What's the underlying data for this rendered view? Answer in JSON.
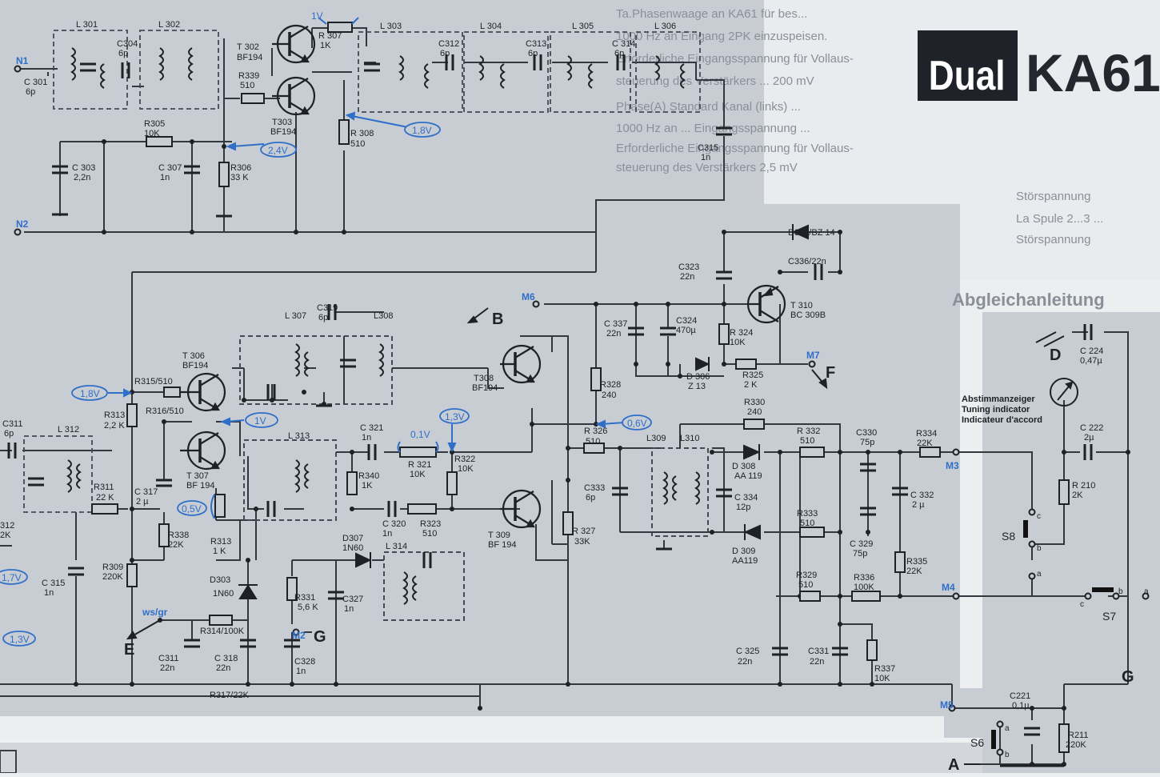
{
  "header": {
    "brand": "Dual",
    "model": "KA61"
  },
  "indicator": {
    "de": "Abstimmanzeiger",
    "en": "Tuning indicator",
    "fr": "Indicateur d'accord"
  },
  "nodes": {
    "N1": "N1",
    "N2": "N2",
    "M2": "M2",
    "M3": "M3",
    "M4": "M4",
    "M5": "M5",
    "M6": "M6",
    "M7": "M7"
  },
  "arrows": {
    "A": "A",
    "B": "B",
    "D": "D",
    "E": "E",
    "F": "F",
    "G": "G",
    "G2": "G",
    "wsgr": "ws/gr"
  },
  "switches": {
    "S6": "S6",
    "S7": "S7",
    "S8": "S8",
    "a": "a",
    "b": "b",
    "c": "c"
  },
  "voltages": {
    "v1": "1V",
    "v18": "1,8V",
    "v24": "2,4V",
    "v18b": "1,8V",
    "v1b": "1V",
    "v05": "0,5V",
    "v01": "0,1V",
    "v13": "1,3V",
    "v06": "0,6V",
    "v17": "1,7V",
    "v13b": "1,3V"
  },
  "transistors": {
    "T302": {
      "ref": "T 302",
      "type": "BF194"
    },
    "T303": {
      "ref": "T303",
      "type": "BF194"
    },
    "T306": {
      "ref": "T 306",
      "type": "BF194"
    },
    "T307": {
      "ref": "T 307",
      "type": "BF 194"
    },
    "T308": {
      "ref": "T308",
      "type": "BF194"
    },
    "T309": {
      "ref": "T 309",
      "type": "BF 194"
    },
    "T310": {
      "ref": "T 310",
      "type": "BC 309B"
    }
  },
  "inductors": {
    "L301": "L 301",
    "L302": "L 302",
    "L303": "L 303",
    "L304": "L 304",
    "L305": "L 305",
    "L306": "L 306",
    "L307": "L 307",
    "L308": "L308",
    "L309": "L309",
    "L310": "L310",
    "L312": "L 312",
    "L313": "L 313",
    "L314": "L 314"
  },
  "resistors": {
    "R305": {
      "ref": "R305",
      "val": "10K"
    },
    "R306": {
      "ref": "R306",
      "val": "33 K"
    },
    "R307": {
      "ref": "R 307",
      "val": "1K"
    },
    "R308": {
      "ref": "R 308",
      "val": "510"
    },
    "R339": {
      "ref": "R339",
      "val": "510"
    },
    "R311": {
      "ref": "R311",
      "val": "22 K"
    },
    "R312": {
      "ref": "312",
      "val": "2K"
    },
    "R313": {
      "ref": "R313",
      "val": "2,2 K"
    },
    "R313b": {
      "ref": "R313",
      "val": "1 K"
    },
    "R314": {
      "ref": "R314/100K",
      "val": ""
    },
    "R315": {
      "ref": "R315/510",
      "val": ""
    },
    "R316": {
      "ref": "R316/510",
      "val": ""
    },
    "R317": {
      "ref": "R317/22K",
      "val": ""
    },
    "R309": {
      "ref": "R309",
      "val": "220K"
    },
    "R338": {
      "ref": "R338",
      "val": "22K"
    },
    "R340": {
      "ref": "R340",
      "val": "1K"
    },
    "R321": {
      "ref": "R 321",
      "val": "10K"
    },
    "R322": {
      "ref": "R322",
      "val": "10K"
    },
    "R323": {
      "ref": "R323",
      "val": "510"
    },
    "R331": {
      "ref": "R331",
      "val": "5,6 K"
    },
    "R324": {
      "ref": "R 324",
      "val": "10K"
    },
    "R325": {
      "ref": "R325",
      "val": "2 K"
    },
    "R326": {
      "ref": "R 326",
      "val": "510"
    },
    "R327": {
      "ref": "R 327",
      "val": "33K"
    },
    "R328": {
      "ref": "R328",
      "val": "240"
    },
    "R329": {
      "ref": "R329",
      "val": "510"
    },
    "R330": {
      "ref": "R330",
      "val": "240"
    },
    "R332": {
      "ref": "R 332",
      "val": "510"
    },
    "R333": {
      "ref": "R333",
      "val": "510"
    },
    "R334": {
      "ref": "R334",
      "val": "22K"
    },
    "R335": {
      "ref": "R335",
      "val": "22K"
    },
    "R336": {
      "ref": "R336",
      "val": "100K"
    },
    "R337": {
      "ref": "R337",
      "val": "10K"
    },
    "R210": {
      "ref": "R 210",
      "val": "2K"
    },
    "R211": {
      "ref": "R211",
      "val": "220K"
    }
  },
  "capacitors": {
    "C301": {
      "ref": "C 301",
      "val": "6p"
    },
    "C303": {
      "ref": "C 303",
      "val": "2,2n"
    },
    "C304": {
      "ref": "C304",
      "val": "6p"
    },
    "C307": {
      "ref": "C 307",
      "val": "1n"
    },
    "C311a": {
      "ref": "C311",
      "val": "6p"
    },
    "C311b": {
      "ref": "C311",
      "val": "22n"
    },
    "C312": {
      "ref": "C312",
      "val": "6p"
    },
    "C313": {
      "ref": "C313",
      "val": "6p"
    },
    "C314": {
      "ref": "C 314",
      "val": "6p"
    },
    "C315a": {
      "ref": "C315",
      "val": "1n"
    },
    "C315b": {
      "ref": "C 315",
      "val": "1n"
    },
    "C317": {
      "ref": "C 317",
      "val": "2 µ"
    },
    "C318": {
      "ref": "C 318",
      "val": "22n"
    },
    "C319": {
      "ref": "C319",
      "val": "6p"
    },
    "C320": {
      "ref": "C 320",
      "val": "1n"
    },
    "C321": {
      "ref": "C 321",
      "val": "1n"
    },
    "C323": {
      "ref": "C323",
      "val": "22n"
    },
    "C324": {
      "ref": "C324",
      "val": "470µ"
    },
    "C325": {
      "ref": "C 325",
      "val": "22n"
    },
    "C327": {
      "ref": "C327",
      "val": "1n"
    },
    "C328": {
      "ref": "C328",
      "val": "1n"
    },
    "C329": {
      "ref": "C 329",
      "val": "75p"
    },
    "C330": {
      "ref": "C330",
      "val": "75p"
    },
    "C331": {
      "ref": "C331",
      "val": "22n"
    },
    "C332": {
      "ref": "C 332",
      "val": "2 µ"
    },
    "C333": {
      "ref": "C333",
      "val": "6p"
    },
    "C334": {
      "ref": "C 334",
      "val": "12p"
    },
    "C336": {
      "ref": "C336/22n",
      "val": ""
    },
    "C337": {
      "ref": "C 337",
      "val": "22n"
    },
    "C221": {
      "ref": "C221",
      "val": "0,1µ"
    },
    "C222": {
      "ref": "C 222",
      "val": "2µ"
    },
    "C224": {
      "ref": "C 224",
      "val": "0,47µ"
    }
  },
  "diodes": {
    "D303": {
      "ref": "D303",
      "type": "1N60"
    },
    "D305": {
      "ref": "D305/BZ 14",
      "type": ""
    },
    "D306": {
      "ref": "D 306",
      "type": "Z 13"
    },
    "D307": {
      "ref": "D307",
      "type": "1N60"
    },
    "D308": {
      "ref": "D 308",
      "type": "AA 119"
    },
    "D309": {
      "ref": "D 309",
      "type": "AA119"
    }
  },
  "background_text": [
    "Ta.Phasenwaage an KA61 für bes...",
    "1000 Hz an Eingang 2PK einzuspeisen.",
    "Erforderliche Eingangsspannung für Vollaus-",
    "steuerung des Verstärkers ... 200 mV",
    "Phase(A) Standard Kanal (links) ...",
    "1000 Hz an ... Eingangsspannung ...",
    "Erforderliche Eingangsspannung für Vollaus-",
    "steuerung des Verstärkers      2,5 mV",
    "Störspannung",
    "La Spule 2...3 ...",
    "Störspannung",
    "Abgleichanleitung"
  ]
}
